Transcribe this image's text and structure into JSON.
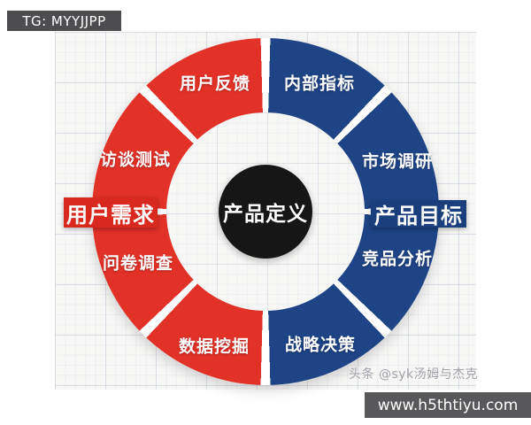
{
  "banners": {
    "top_left": {
      "text": "TG: MYYJJPP"
    },
    "bottom_right": {
      "text": "www.h5thtiyu.com"
    }
  },
  "watermark": {
    "text": "头条 @syk汤姆与杰克"
  },
  "diagram": {
    "center": {
      "label": "产品定义"
    },
    "groups": {
      "left": {
        "label": "用户需求"
      },
      "right": {
        "label": "产品目标"
      }
    },
    "segments": [
      {
        "label": "用户反馈",
        "group": "用户需求",
        "position": "top-left"
      },
      {
        "label": "访谈测试",
        "group": "用户需求",
        "position": "upper-left"
      },
      {
        "label": "问卷调查",
        "group": "用户需求",
        "position": "lower-left"
      },
      {
        "label": "数据挖掘",
        "group": "用户需求",
        "position": "bottom-left"
      },
      {
        "label": "内部指标",
        "group": "产品目标",
        "position": "top-right"
      },
      {
        "label": "市场调研",
        "group": "产品目标",
        "position": "upper-right"
      },
      {
        "label": "竞品分析",
        "group": "产品目标",
        "position": "lower-right"
      },
      {
        "label": "战略决策",
        "group": "产品目标",
        "position": "bottom-right"
      }
    ],
    "colors": {
      "red": "#e23127",
      "red_dark": "#d9291f",
      "blue": "#1e4486",
      "blue_dark": "#1b3e7c",
      "center_black": "#161616"
    }
  }
}
